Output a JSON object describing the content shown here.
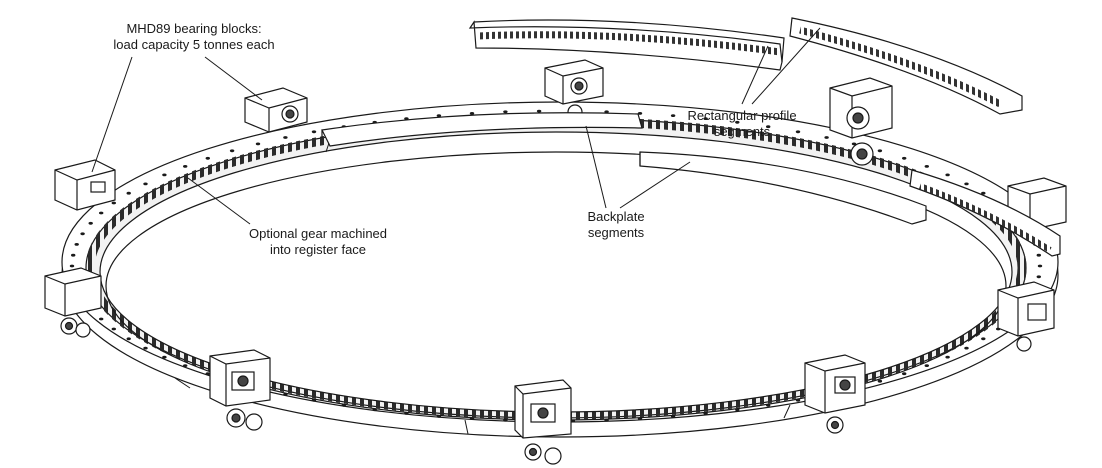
{
  "labels": {
    "bearing_blocks": {
      "line1": "MHD89 bearing blocks:",
      "line2": "load capacity 5 tonnes each"
    },
    "gear": {
      "line1": "Optional gear machined",
      "line2": "into register face"
    },
    "backplate": {
      "line1": "Backplate",
      "line2": "segments"
    },
    "rectangular": {
      "line1": "Rectangular profile",
      "line2": "segments"
    }
  },
  "colors": {
    "line": "#1a1a1a",
    "fill": "#ffffff",
    "shade": "#d9d9d9",
    "dark": "#3a3a3a"
  }
}
